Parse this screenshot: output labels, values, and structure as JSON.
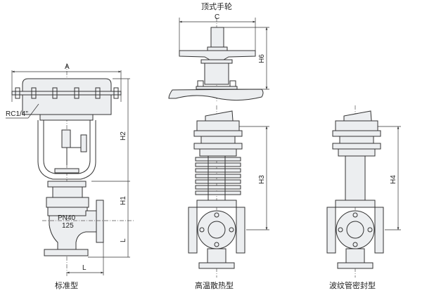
{
  "top_handwheel": {
    "title": "顶式手轮",
    "dim_c": "C",
    "dim_h6": "H6"
  },
  "standard": {
    "caption": "标准型",
    "dim_a": "A",
    "port": "RC1/4\"",
    "dim_h2": "H2",
    "dim_h1": "H1",
    "dim_l_vertical": "L",
    "dim_l_horizontal": "L",
    "body_mark_pressure": "PN40",
    "body_mark_size": "125"
  },
  "high_temp": {
    "caption": "高温散热型",
    "dim_h3": "H3"
  },
  "bellows": {
    "caption": "波纹管密封型",
    "dim_h4": "H4"
  }
}
